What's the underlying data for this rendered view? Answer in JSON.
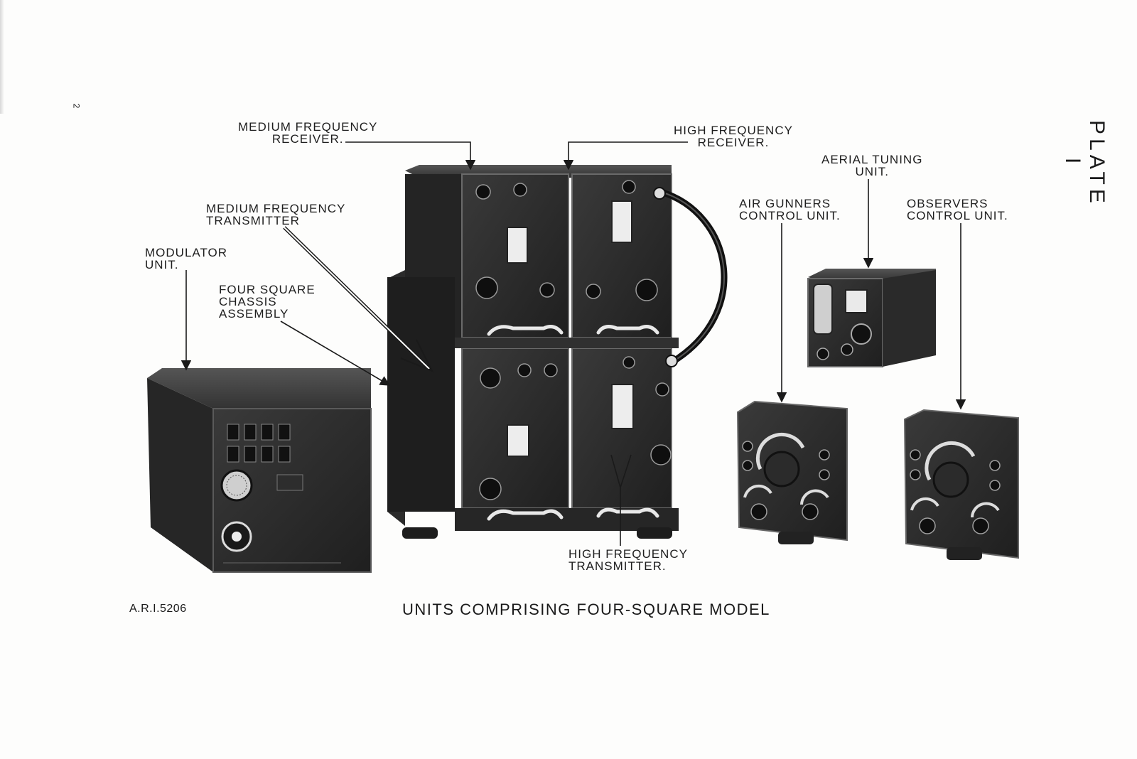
{
  "page_number": "2",
  "plate": "PLATE I",
  "labels": {
    "mf_receiver": [
      "MEDIUM FREQUENCY",
      "RECEIVER."
    ],
    "hf_receiver": [
      "HIGH FREQUENCY",
      "RECEIVER."
    ],
    "aerial_tuning": [
      "AERIAL TUNING",
      "UNIT."
    ],
    "mf_transmitter": [
      "MEDIUM FREQUENCY",
      "TRANSMITTER"
    ],
    "air_gunners": [
      "AIR GUNNERS",
      "CONTROL UNIT."
    ],
    "observers": [
      "OBSERVERS",
      "CONTROL UNIT."
    ],
    "modulator": [
      "MODULATOR",
      "UNIT."
    ],
    "four_square": [
      "FOUR SQUARE",
      "CHASSIS",
      "ASSEMBLY"
    ],
    "hf_transmitter": [
      "HIGH FREQUENCY",
      "TRANSMITTER."
    ]
  },
  "doc_ref": "A.R.I.5206",
  "caption": "UNITS COMPRISING FOUR-SQUARE MODEL"
}
